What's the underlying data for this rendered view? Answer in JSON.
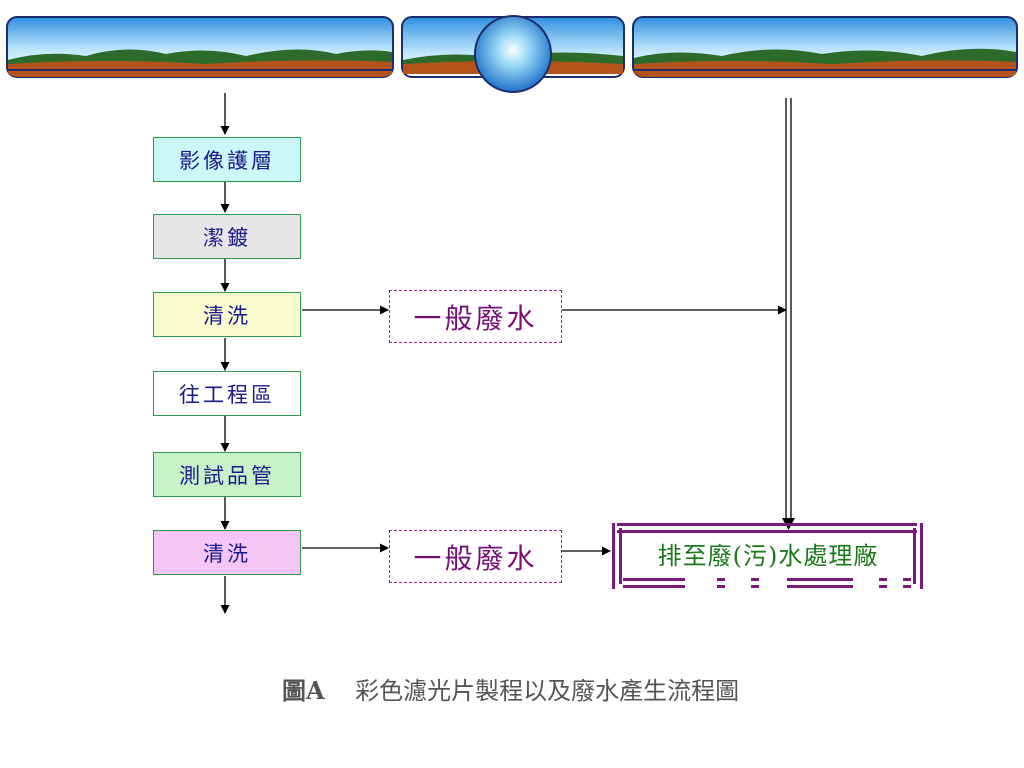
{
  "flow": {
    "steps": [
      {
        "label": "影像護層",
        "fill": "#ccf7f7"
      },
      {
        "label": "潔鍍",
        "fill": "#e6e6e6"
      },
      {
        "label": "清洗",
        "fill": "#fbfbd0"
      },
      {
        "label": "往工程區",
        "fill": "#ffffff"
      },
      {
        "label": "測試品管",
        "fill": "#c7f2c7"
      },
      {
        "label": "清洗",
        "fill": "#f5c6f5"
      }
    ],
    "waste_boxes": [
      "一般廢水",
      "一般廢水"
    ],
    "destination": "排至廢(污)水處理廠"
  },
  "caption": {
    "figure_label": "圖A",
    "title": "彩色濾光片製程以及廢水產生流程圖"
  },
  "colors": {
    "step_border": "#2e9b4a",
    "waste_border": "#a0229a",
    "destination_frame": "#7a1a7a",
    "arrow": "#000000"
  }
}
